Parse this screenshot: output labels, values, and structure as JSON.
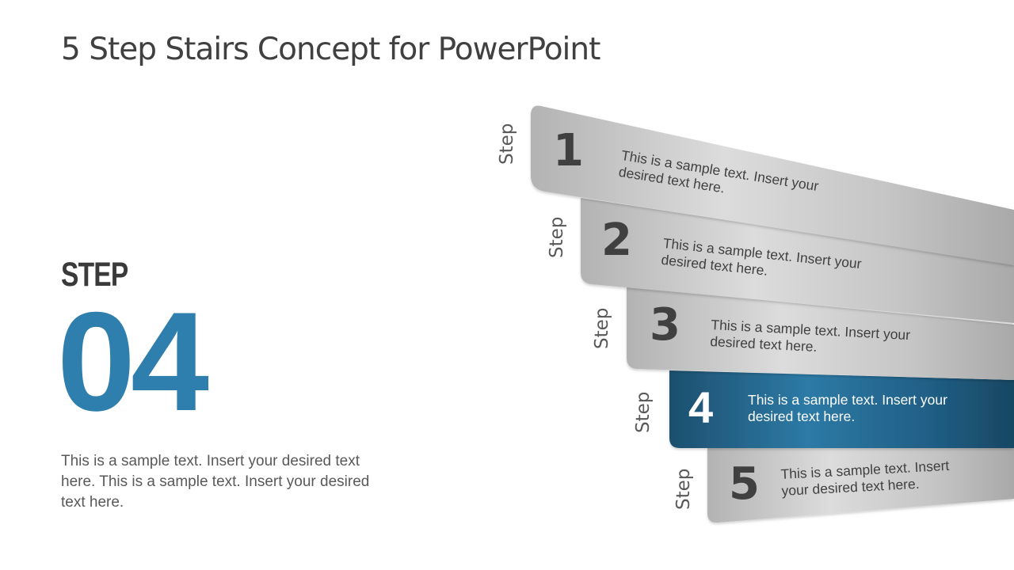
{
  "slide": {
    "title": "5 Step Stairs Concept for PowerPoint",
    "highlight": {
      "label": "STEP",
      "number": "04",
      "description": "This is a sample text. Insert your desired text here. This is a sample text. Insert your desired text here."
    },
    "accent_color": "#2e7fae",
    "steps": [
      {
        "side_label": "Step",
        "number": "1",
        "text_line1": "This is a sample text. Insert your",
        "text_line2": "desired text here.",
        "active": false
      },
      {
        "side_label": "Step",
        "number": "2",
        "text_line1": "This is a sample text. Insert your",
        "text_line2": "desired text here.",
        "active": false
      },
      {
        "side_label": "Step",
        "number": "3",
        "text_line1": "This is a sample text. Insert your",
        "text_line2": "desired text here.",
        "active": false
      },
      {
        "side_label": "Step",
        "number": "4",
        "text_line1": "This is a sample text. Insert your",
        "text_line2": "desired text here.",
        "active": true
      },
      {
        "side_label": "Step",
        "number": "5",
        "text_line1": "This is a sample text. Insert",
        "text_line2": "your desired text here.",
        "active": false
      }
    ]
  }
}
